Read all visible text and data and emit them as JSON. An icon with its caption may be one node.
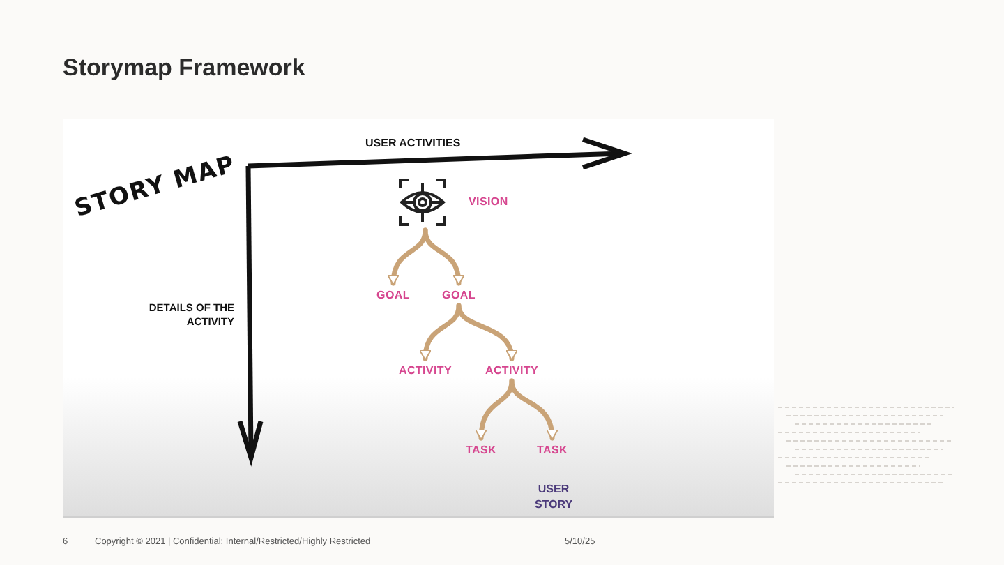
{
  "diagram": {
    "title": "Storymap Framework",
    "nodes": [
      {
        "text": [
          "VISION"
        ]
      },
      {
        "text": [
          "GOAL"
        ]
      },
      {
        "text": [
          "GOAL"
        ]
      },
      {
        "text": [
          "ACTIVITY"
        ]
      },
      {
        "text": [
          "ACTIVITY"
        ]
      },
      {
        "text": [
          "TASK"
        ]
      },
      {
        "text": [
          "TASK"
        ]
      }
    ],
    "edges": [
      {
        "from": 0,
        "to": 1,
        "arrow": "to"
      },
      {
        "from": 0,
        "to": 2,
        "arrow": "to"
      },
      {
        "from": 2,
        "to": 3,
        "arrow": "to"
      },
      {
        "from": 2,
        "to": 4,
        "arrow": "to"
      },
      {
        "from": 4,
        "to": 5,
        "arrow": "to"
      },
      {
        "from": 4,
        "to": 6,
        "arrow": "to"
      }
    ],
    "labels": [
      "STORY MAP",
      "USER ACTIVITIES",
      "DETAILS OF THE ACTIVITY",
      "USER STORY",
      "6",
      "Copyright © 2021 | Confidential: Internal/Restricted/Highly Restricted",
      "5/10/25"
    ]
  }
}
